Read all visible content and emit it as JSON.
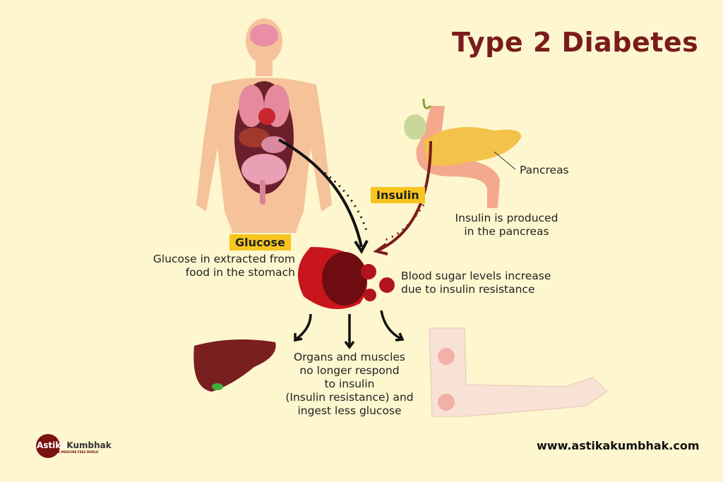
{
  "title": "Type 2 Diabetes",
  "labels": {
    "glucose_tag": "Glucose",
    "glucose_desc": [
      "Glucose in extracted from",
      "food in the stomach"
    ],
    "insulin_tag": "Insulin",
    "pancreas": "Pancreas",
    "insulin_desc": [
      "Insulin is produced",
      "in the pancreas"
    ],
    "blood_desc": [
      "Blood sugar levels increase",
      "due to insulin resistance"
    ],
    "organs_desc": [
      "Organs and muscles",
      "no longer respond",
      "to insulin",
      "(Insulin resistance) and",
      "ingest less glucose"
    ]
  },
  "brand": {
    "logo_text_a": "Astika",
    "logo_text_b": "Kumbhak",
    "logo_tagline": "A MEDICINE FREE WORLD",
    "website": "www.astikakumbhak.com"
  },
  "colors": {
    "background": "#fdf6cf",
    "title": "#7a1c1c",
    "tag": "#f7c51e",
    "blood": "#c8161d",
    "skin": "#f5c29a"
  }
}
